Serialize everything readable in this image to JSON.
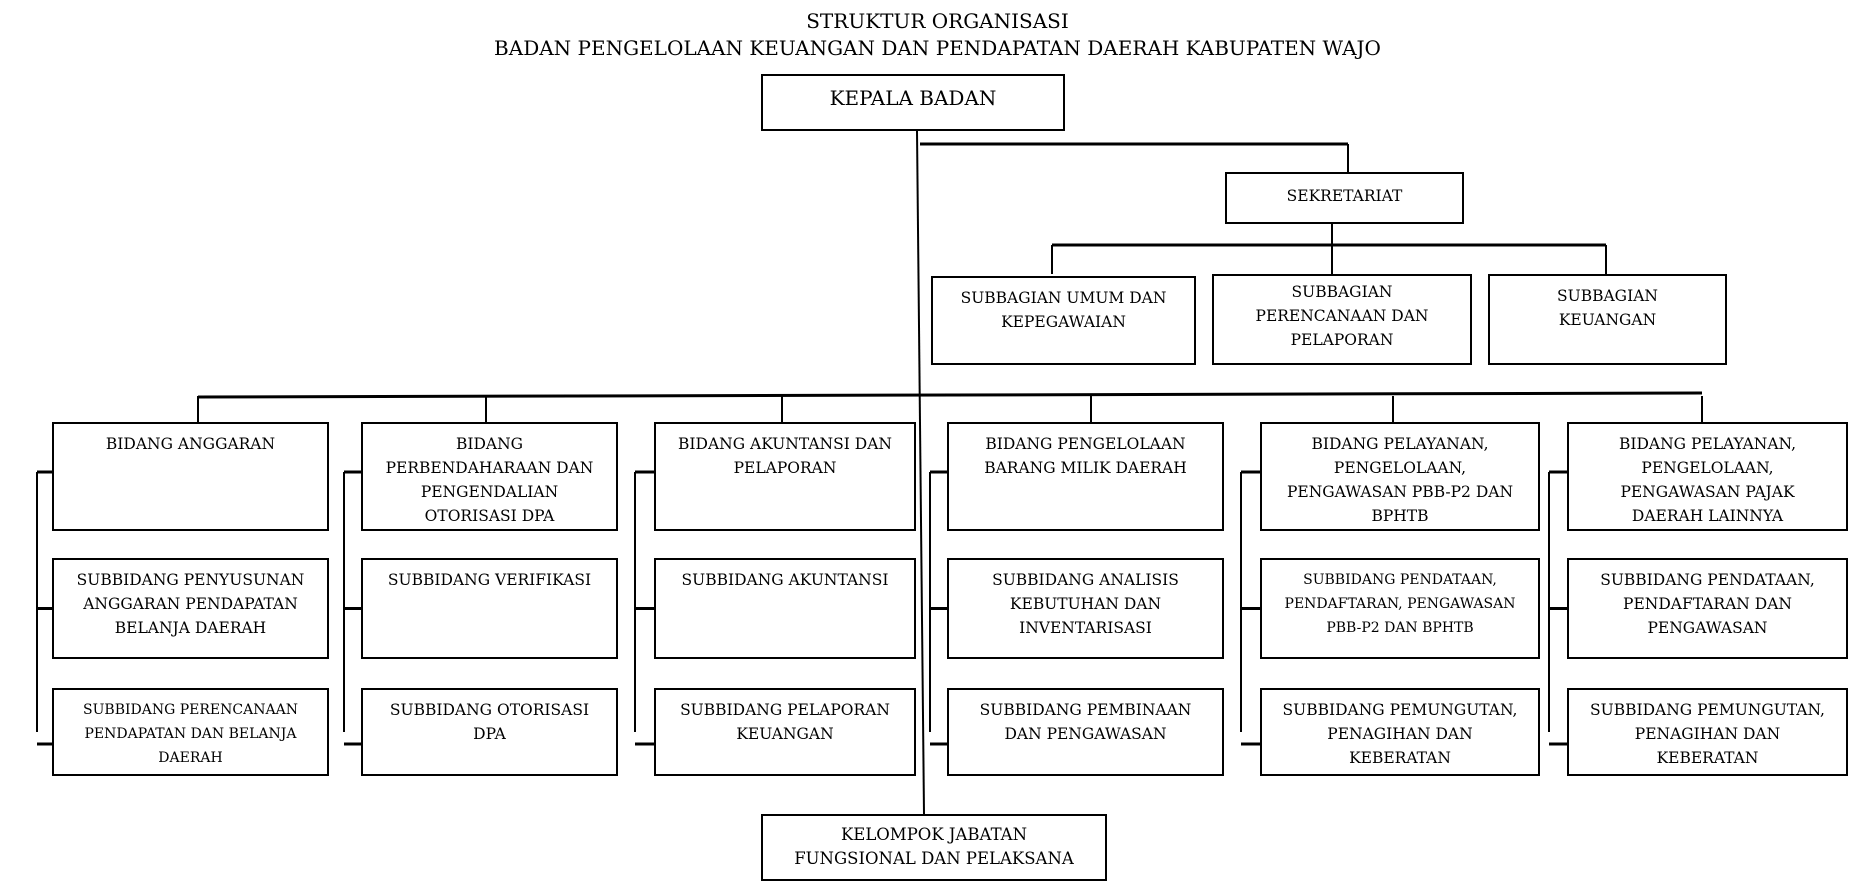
{
  "title": {
    "line1": "STRUKTUR ORGANISASI",
    "line2": "BADAN PENGELOLAAN KEUANGAN DAN PENDAPATAN DAERAH KABUPATEN WAJO"
  },
  "head": "KEPALA BADAN",
  "secretariat": {
    "label": "SEKRETARIAT",
    "units": [
      "SUBBAGIAN UMUM DAN\nKEPEGAWAIAN",
      "SUBBAGIAN\nPERENCANAAN DAN\nPELAPORAN",
      "SUBBAGIAN\nKEUANGAN"
    ]
  },
  "divisions": [
    {
      "name": "BIDANG ANGGARAN",
      "subs": [
        "SUBBIDANG PENYUSUNAN\nANGGARAN PENDAPATAN\nBELANJA DAERAH",
        "SUBBIDANG  PERENCANAAN\nPENDAPATAN DAN BELANJA\nDAERAH"
      ]
    },
    {
      "name": "BIDANG\nPERBENDAHARAAN DAN\nPENGENDALIAN\nOTORISASI DPA",
      "subs": [
        "SUBBIDANG VERIFIKASI",
        "SUBBIDANG OTORISASI\nDPA"
      ]
    },
    {
      "name": "BIDANG AKUNTANSI DAN\nPELAPORAN",
      "subs": [
        "SUBBIDANG AKUNTANSI",
        "SUBBIDANG PELAPORAN\nKEUANGAN"
      ]
    },
    {
      "name": "BIDANG PENGELOLAAN\nBARANG MILIK  DAERAH",
      "subs": [
        "SUBBIDANG ANALISIS\nKEBUTUHAN DAN\nINVENTARISASI",
        "SUBBIDANG PEMBINAAN\nDAN  PENGAWASAN"
      ]
    },
    {
      "name": "BIDANG PELAYANAN,\nPENGELOLAAN,\nPENGAWASAN PBB-P2 DAN\nBPHTB",
      "subs": [
        "SUBBIDANG PENDATAAN,\nPENDAFTARAN, PENGAWASAN\nPBB-P2 DAN BPHTB",
        "SUBBIDANG PEMUNGUTAN,\nPENAGIHAN DAN\nKEBERATAN"
      ]
    },
    {
      "name": "BIDANG PELAYANAN,\nPENGELOLAAN,\nPENGAWASAN PAJAK\nDAERAH LAINNYA",
      "subs": [
        "SUBBIDANG PENDATAAN,\nPENDAFTARAN DAN\nPENGAWASAN",
        "SUBBIDANG PEMUNGUTAN,\nPENAGIHAN DAN\nKEBERATAN"
      ]
    }
  ],
  "functional": "KELOMPOK JABATAN\nFUNGSIONAL DAN PELAKSANA"
}
